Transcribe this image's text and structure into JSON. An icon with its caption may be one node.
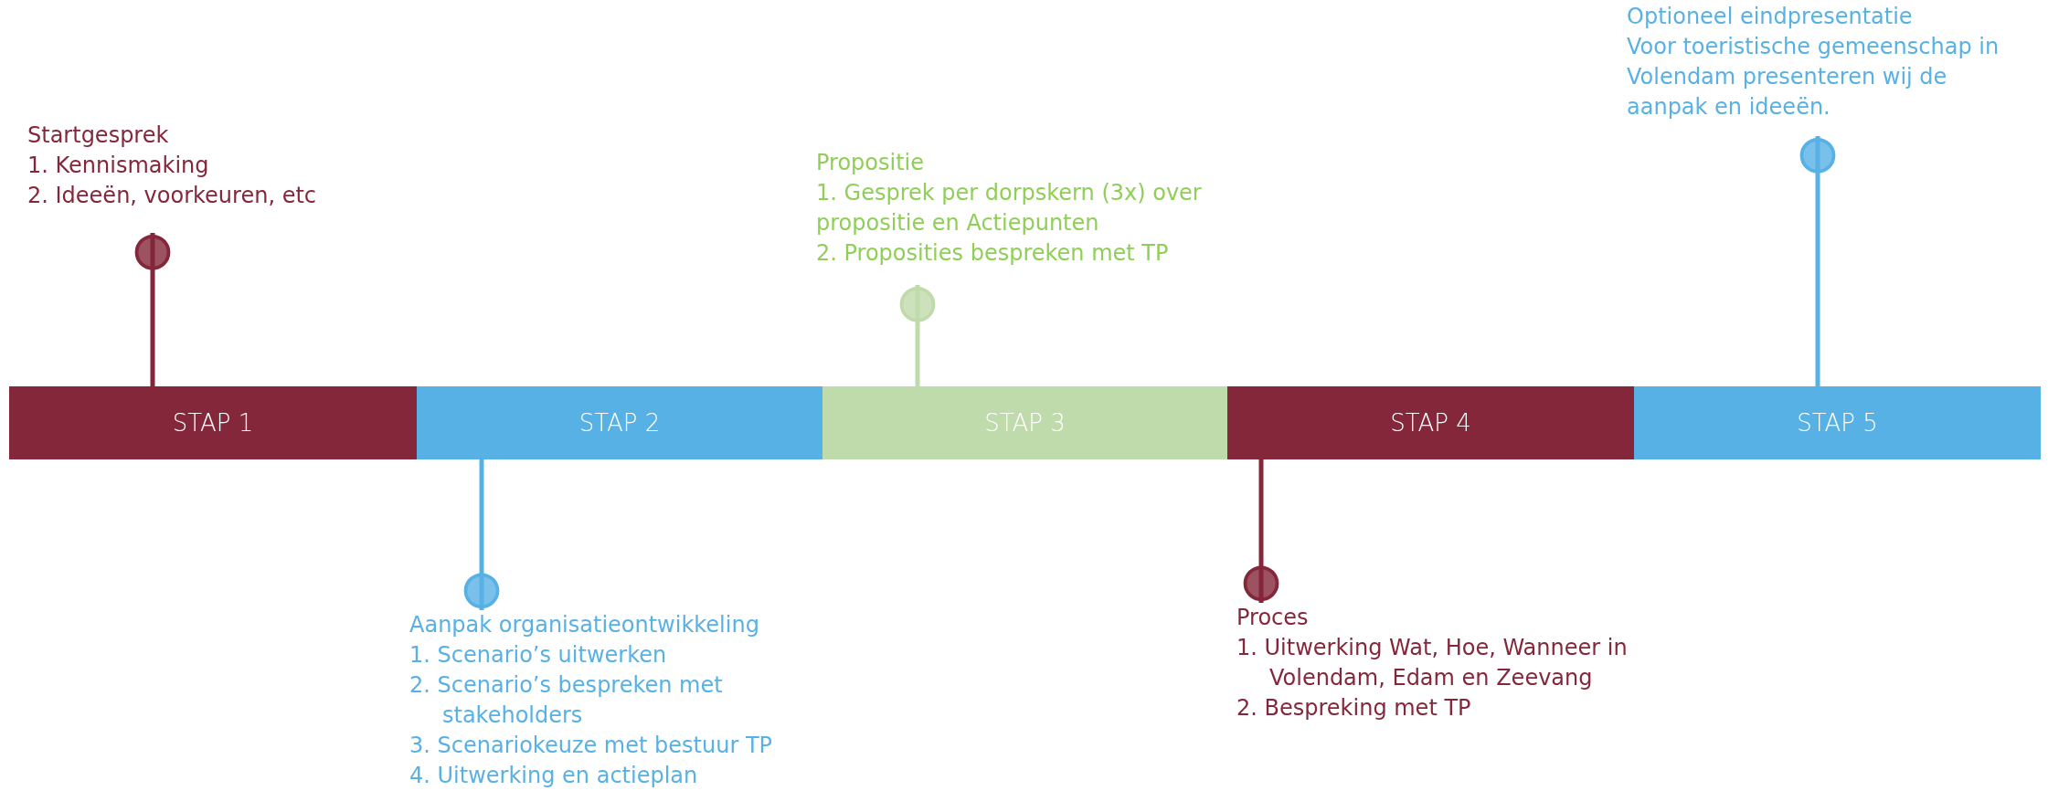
{
  "diagram": {
    "nodes": [
      {
        "text": [
          "STAP 1"
        ]
      },
      {
        "text": [
          "STAP 2"
        ]
      },
      {
        "text": [
          "STAP 3"
        ]
      },
      {
        "text": [
          "STAP 4"
        ]
      },
      {
        "text": [
          "STAP 5"
        ]
      },
      {
        "text": [
          "Startgesprek",
          "1. Kennismaking",
          "2. Ideeën, voorkeuren, etc"
        ]
      },
      {
        "text": [
          "Aanpak organisatieontwikkeling",
          "1. Scenario’s uitwerken",
          "2. Scenario’s bespreken met stakeholders",
          "3. Scenariokeuze met bestuur TP",
          "4. Uitwerking en actieplan"
        ]
      },
      {
        "text": [
          "Propositie",
          "1. Gesprek per dorpskern (3x) over propositie en Actiepunten",
          "2. Proposities bespreken met TP"
        ]
      },
      {
        "text": [
          "Proces",
          "1. Uitwerking Wat, Hoe, Wanneer in Volendam, Edam en Zeevang",
          "2. Bespreking met TP"
        ]
      },
      {
        "text": [
          "Optioneel eindpresentatie",
          "Voor toeristische gemeenschap in Volendam presenteren wij de aanpak en ideeën."
        ]
      }
    ],
    "edges": [
      {
        "from": 5,
        "to": 0,
        "arrow": "other",
        "color": "#84273a"
      },
      {
        "from": 6,
        "to": 1,
        "arrow": "other",
        "color": "#58b1e5"
      },
      {
        "from": 7,
        "to": 2,
        "arrow": "other",
        "color": "#c0dbab"
      },
      {
        "from": 8,
        "to": 3,
        "arrow": "other",
        "color": "#84273a"
      },
      {
        "from": 9,
        "to": 4,
        "arrow": "other",
        "color": "#58b1e5"
      }
    ]
  }
}
